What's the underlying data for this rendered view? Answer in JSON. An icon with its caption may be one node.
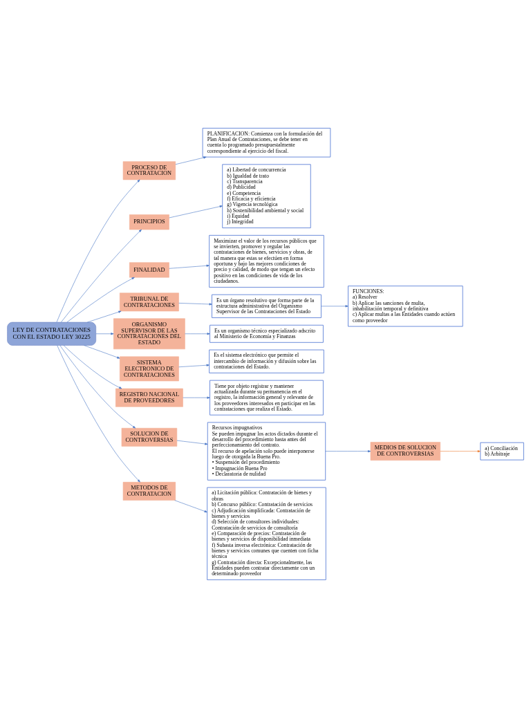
{
  "diagram": {
    "nodes": [
      {
        "text": [
          "LEY DE CONTRATACIONES CON EL ESTADO LEY 30225"
        ]
      },
      {
        "text": [
          "PROCESO DE CONTRATACION"
        ]
      },
      {
        "text": [
          "PLANIFICACION: Comienza con la formulación del Plan Anual de Contrataciones, se debe tener en cuenta lo programado presupuestalmente correspondiente al ejercicio del fiscal."
        ]
      },
      {
        "text": [
          "PRINCIPIOS"
        ]
      },
      {
        "text": [
          "a) Libertad de concurrencia",
          "b) Igualdad de trato",
          "c) Transparencia",
          "d) Publicidad",
          "e) Competencia",
          "f) Eficacia y eficiencia",
          "g) Vigencia tecnológica",
          "h) Sostenibilidad ambiental y social",
          "i) Equidad",
          "j) Integridad"
        ]
      },
      {
        "text": [
          "FINALIDAD"
        ]
      },
      {
        "text": [
          "Maximizar el valor de los recursos públicos que se invierten, promover y regular las contrataciones de bienes, servicios y obras, de tal manera que estas se efectúen en forma oportuna y bajo las mejores condiciones de precio y calidad, de modo que tengan un efecto positivo en las condiciones de vida de los ciudadanos."
        ]
      },
      {
        "text": [
          "TRIBUNAL DE CONTRATACIONES"
        ]
      },
      {
        "text": [
          "Es un órgano resolutivo que forma parte de la estructura administrativa del Organismo Supervisor de las Contrataciones del Estado"
        ]
      },
      {
        "text": [
          "FUNCIONES:",
          "a) Resolver",
          "b) Aplicar las sanciones de multa, inhabilitación temporal y definitiva",
          "c) Aplicar multas a las Entidades cuando actúen como proveedor"
        ]
      },
      {
        "text": [
          "ORGANISMO SUPERVISOR DE LAS CONTRATACIONES DEL ESTADO"
        ]
      },
      {
        "text": [
          "Es un organismo técnico especializado adscrito al Ministerio de Economía y Finanzas"
        ]
      },
      {
        "text": [
          "SISTEMA ELECTRONICO DE CONTRATACIONES"
        ]
      },
      {
        "text": [
          "Es el sistema electrónico que permite el intercambio de información y difusión sobre las contrataciones del Estado."
        ]
      },
      {
        "text": [
          "REGISTRO NACIONAL DE PROVEEDORES"
        ]
      },
      {
        "text": [
          "Tiene por objeto registrar y mantener actualizada durante su permanencia en el registro, la información general y relevante de los proveedores interesados en participar en las contrataciones que realiza el Estado."
        ]
      },
      {
        "text": [
          "SOLUCION DE CONTROVERSIAS"
        ]
      },
      {
        "text": [
          "Recursos impugnativos",
          "Se pueden impugnar los actos dictados durante el desarrollo del procedimiento hasta antes del perfeccionamiento del contrato.",
          "El recurso de apelación solo puede interponerse luego de otorgada la Buena Pro.",
          "• Suspensión del procedimiento",
          "• Impugnación Buena Pro",
          "• Declaratoria de nulidad"
        ]
      },
      {
        "text": [
          "MEDIOS DE SOLUCION DE CONTROVERSIAS"
        ]
      },
      {
        "text": [
          "a) Conciliación",
          "b) Arbitraje"
        ]
      },
      {
        "text": [
          "METODOS DE CONTRATACION"
        ]
      },
      {
        "text": [
          "a) Licitación pública: Contratación de bienes y obras",
          "b) Concurso público: Contratación de servicios",
          "c) Adjudicación simplificada: Contratación de bienes y servicios",
          "d) Selección de consultores individuales: Contratación de servicios de consultoría",
          "e) Comparación de precios: Contratación de bienes y servicios de disponibilidad inmediata",
          "f) Subasta inversa electrónica: Contratación de bienes y servicios comunes que cuenten con ficha técnica",
          "g) Contratación directa: Excepcionalmente, las Entidades pueden contratar directamente con un determinado proveedor"
        ]
      }
    ],
    "edges": [
      {
        "from": 0,
        "to": 1,
        "arrow": "to"
      },
      {
        "from": 1,
        "to": 2,
        "arrow": "to"
      },
      {
        "from": 0,
        "to": 3,
        "arrow": "to"
      },
      {
        "from": 3,
        "to": 4,
        "arrow": "to"
      },
      {
        "from": 0,
        "to": 5,
        "arrow": "to"
      },
      {
        "from": 5,
        "to": 6,
        "arrow": "to"
      },
      {
        "from": 0,
        "to": 7,
        "arrow": "to"
      },
      {
        "from": 7,
        "to": 8,
        "arrow": "to"
      },
      {
        "from": 8,
        "to": 9,
        "arrow": "to"
      },
      {
        "from": 0,
        "to": 10,
        "arrow": "to"
      },
      {
        "from": 10,
        "to": 11,
        "arrow": "to"
      },
      {
        "from": 0,
        "to": 12,
        "arrow": "to"
      },
      {
        "from": 12,
        "to": 13,
        "arrow": "to"
      },
      {
        "from": 0,
        "to": 14,
        "arrow": "to"
      },
      {
        "from": 14,
        "to": 15,
        "arrow": "to"
      },
      {
        "from": 0,
        "to": 16,
        "arrow": "to"
      },
      {
        "from": 16,
        "to": 17,
        "arrow": "to"
      },
      {
        "from": 17,
        "to": 18,
        "arrow": "to"
      },
      {
        "from": 18,
        "to": 19,
        "arrow": "to",
        "color": "#ed7d31"
      },
      {
        "from": 0,
        "to": 20,
        "arrow": "to"
      },
      {
        "from": 20,
        "to": 21,
        "arrow": "to"
      }
    ]
  }
}
